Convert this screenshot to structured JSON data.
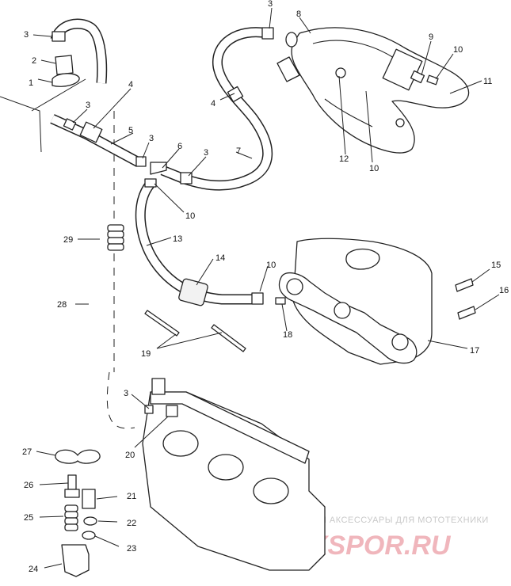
{
  "diagram": {
    "callouts": [
      {
        "id": "c1",
        "text": "1"
      },
      {
        "id": "c2",
        "text": "2"
      },
      {
        "id": "c3a",
        "text": "3"
      },
      {
        "id": "c3b",
        "text": "3"
      },
      {
        "id": "c3c",
        "text": "3"
      },
      {
        "id": "c3d",
        "text": "3"
      },
      {
        "id": "c3e",
        "text": "3"
      },
      {
        "id": "c3f",
        "text": "3"
      },
      {
        "id": "c4a",
        "text": "4"
      },
      {
        "id": "c4b",
        "text": "4"
      },
      {
        "id": "c5",
        "text": "5"
      },
      {
        "id": "c6",
        "text": "6"
      },
      {
        "id": "c7",
        "text": "7"
      },
      {
        "id": "c8",
        "text": "8"
      },
      {
        "id": "c9",
        "text": "9"
      },
      {
        "id": "c10a",
        "text": "10"
      },
      {
        "id": "c10b",
        "text": "10"
      },
      {
        "id": "c10c",
        "text": "10"
      },
      {
        "id": "c10d",
        "text": "10"
      },
      {
        "id": "c11",
        "text": "11"
      },
      {
        "id": "c12",
        "text": "12"
      },
      {
        "id": "c13",
        "text": "13"
      },
      {
        "id": "c14",
        "text": "14"
      },
      {
        "id": "c15",
        "text": "15"
      },
      {
        "id": "c16",
        "text": "16"
      },
      {
        "id": "c17",
        "text": "17"
      },
      {
        "id": "c18",
        "text": "18"
      },
      {
        "id": "c19",
        "text": "19"
      },
      {
        "id": "c20",
        "text": "20"
      },
      {
        "id": "c21",
        "text": "21"
      },
      {
        "id": "c22",
        "text": "22"
      },
      {
        "id": "c23",
        "text": "23"
      },
      {
        "id": "c24",
        "text": "24"
      },
      {
        "id": "c25",
        "text": "25"
      },
      {
        "id": "c26",
        "text": "26"
      },
      {
        "id": "c27",
        "text": "27"
      },
      {
        "id": "c28",
        "text": "28"
      },
      {
        "id": "c29",
        "text": "29"
      }
    ]
  },
  "watermark": {
    "tagline": "ЗАПЧАСТИ И АКСЕССУАРЫ ДЛЯ МОТОТЕХНИКИ",
    "brand": "MAXSPOR.RU"
  }
}
